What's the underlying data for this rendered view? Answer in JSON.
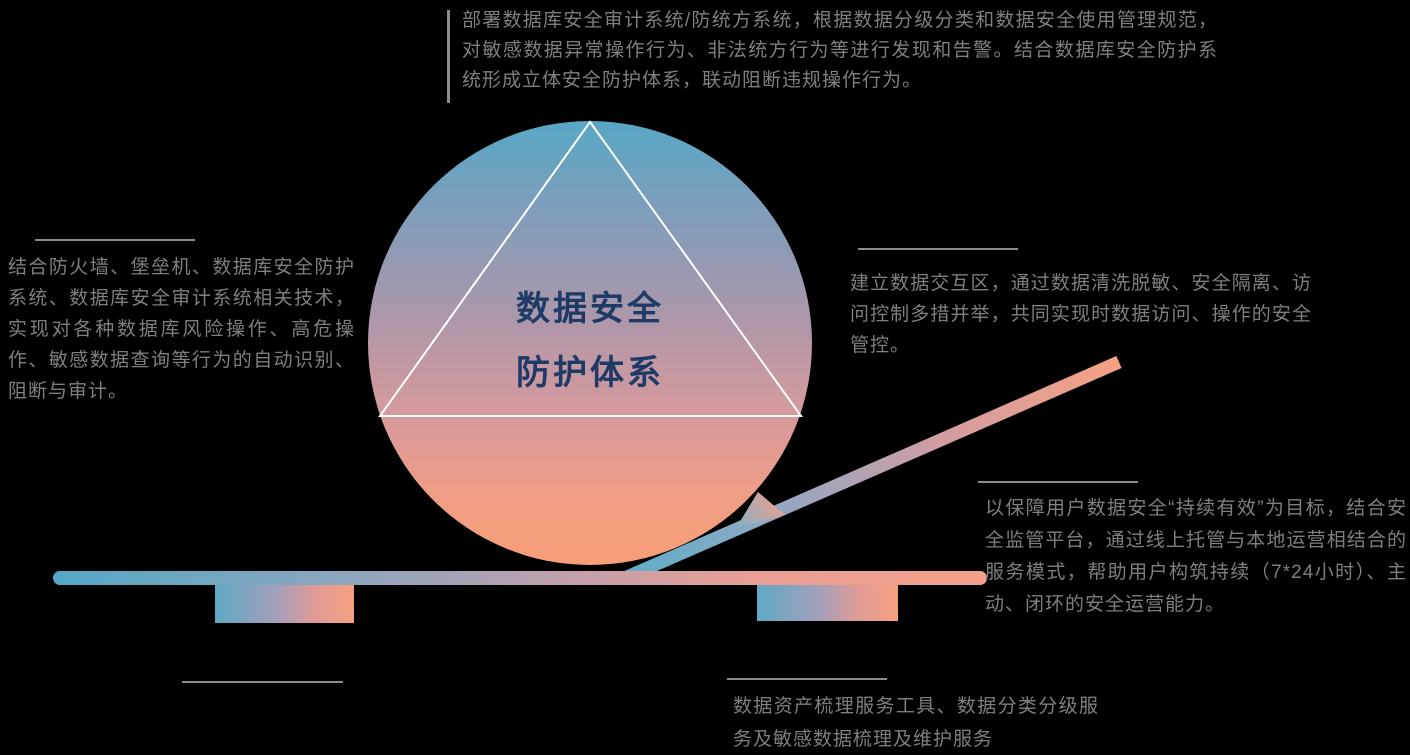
{
  "diagram_title": {
    "line1": "数据安全",
    "line2": "防护体系"
  },
  "blocks": {
    "top": {
      "text": "部署数据库安全审计系统/防统方系统，根据数据分级分类和数据安全使用管理规范，对敏感数据异常操作行为、非法统方行为等进行发现和告警。结合数据库安全防护系统形成立体安全防护体系，联动阻断违规操作行为。"
    },
    "left": {
      "text": "结合防火墙、堡垒机、数据库安全防护系统、数据库安全审计系统相关技术，实现对各种数据库风险操作、高危操作、敏感数据查询等行为的自动识别、阻断与审计。"
    },
    "right_middle": {
      "text": "建立数据交互区，通过数据清洗脱敏、安全隔离、访问控制多措并举，共同实现时数据访问、操作的安全管控。"
    },
    "right_bottom": {
      "text": "以保障用户数据安全“持续有效”为目标，结合安全监管平台，通过线上托管与本地运营相结合的服务模式，帮助用户构筑持续（7*24小时）、主动、闭环的安全运营能力。"
    },
    "bottom_center": {
      "text": "数据资产梳理服务工具、数据分类分级服务及敏感数据梳理及维护服务"
    }
  },
  "colors": {
    "bg": "#000000",
    "text_gray": "#7f7f7f",
    "line_gray": "#8c8c8c",
    "navy": "#1e3a66",
    "teal": "#58a7c6",
    "salmon": "#f89e77",
    "triangle_stroke": "#ffffff"
  }
}
